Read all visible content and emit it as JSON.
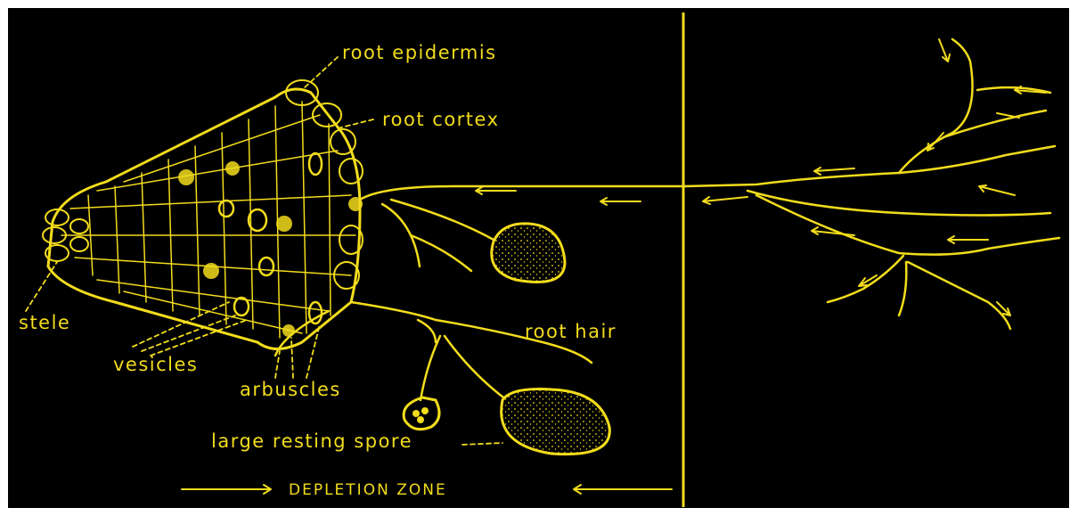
{
  "labels": {
    "root_epidermis": "root epidermis",
    "root_cortex": "root cortex",
    "stele": "stele",
    "vesicles": "vesicles",
    "arbuscles": "arbuscles",
    "root_hair": "root hair",
    "large_resting_spore": "large resting spore",
    "depletion_zone": "DEPLETION ZONE"
  },
  "colors": {
    "background": "#000000",
    "ink": "#f2dc1c"
  }
}
